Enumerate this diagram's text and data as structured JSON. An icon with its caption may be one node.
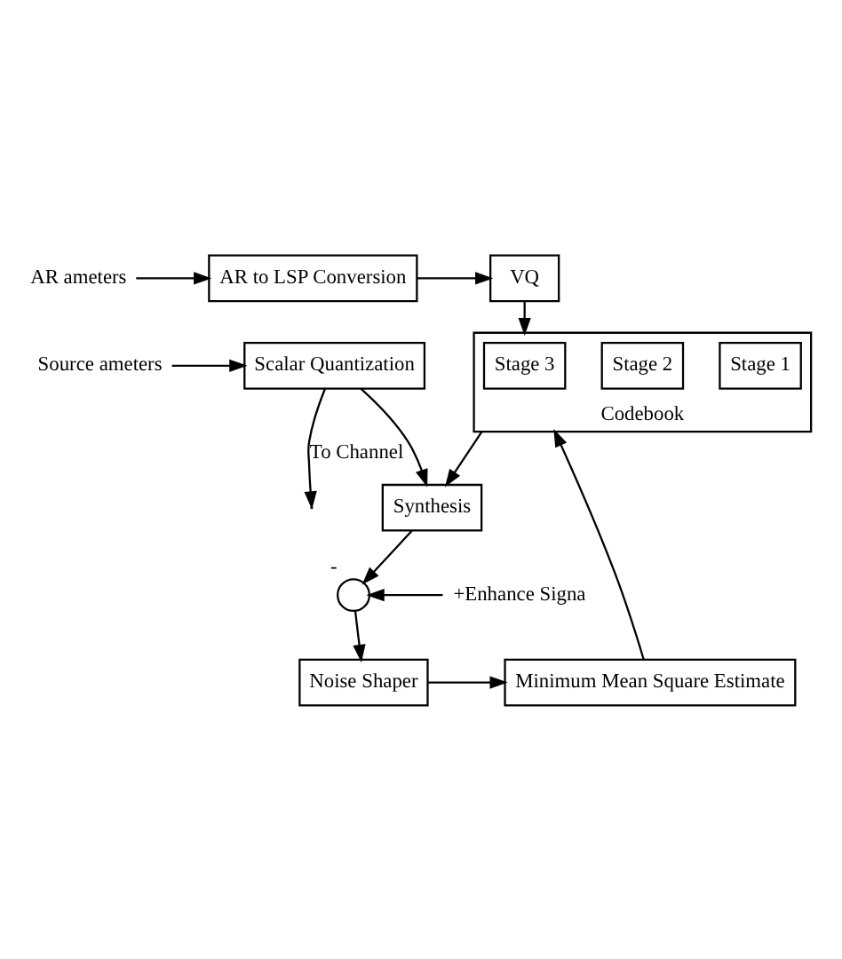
{
  "diagram": {
    "nodes": [
      {
        "text": [
          "AR ameters"
        ]
      },
      {
        "text": [
          "AR to LSP Conversion"
        ]
      },
      {
        "text": [
          "VQ"
        ]
      },
      {
        "text": [
          "Source ameters"
        ]
      },
      {
        "text": [
          "Scalar Quantization"
        ]
      },
      {
        "text": [
          "Codebook"
        ]
      },
      {
        "text": [
          "Stage 1"
        ],
        "in": 5
      },
      {
        "text": [
          "Stage 2"
        ],
        "in": 5
      },
      {
        "text": [
          "Stage 3"
        ],
        "in": 5
      },
      {
        "text": [
          "Synthesis"
        ]
      },
      {
        "text": [],
        "shape": "circle",
        "beside": [
          "-"
        ]
      },
      {
        "text": [
          "+Enhance Signa"
        ]
      },
      {
        "text": [
          "Noise Shaper"
        ]
      },
      {
        "text": [
          "Minimum Mean Square Estimate"
        ]
      }
    ],
    "edges": [
      {
        "from": 0,
        "to": 1,
        "arrow": "to"
      },
      {
        "from": 1,
        "to": 2,
        "arrow": "to"
      },
      {
        "from": 3,
        "to": 4,
        "arrow": "to"
      },
      {
        "from": 4,
        "to": null,
        "arrow": "to",
        "label": "To Channel"
      },
      {
        "from": 2,
        "to": 5,
        "arrow": "to"
      },
      {
        "from": 4,
        "to": 9,
        "arrow": "to"
      },
      {
        "from": 5,
        "to": 9,
        "arrow": "to"
      },
      {
        "from": 9,
        "to": 10,
        "arrow": "to"
      },
      {
        "from": 11,
        "to": 10,
        "arrow": "to"
      },
      {
        "from": 10,
        "to": 12,
        "arrow": "to"
      },
      {
        "from": 12,
        "to": 13,
        "arrow": "to"
      },
      {
        "from": 13,
        "to": 5,
        "arrow": "to"
      }
    ]
  }
}
